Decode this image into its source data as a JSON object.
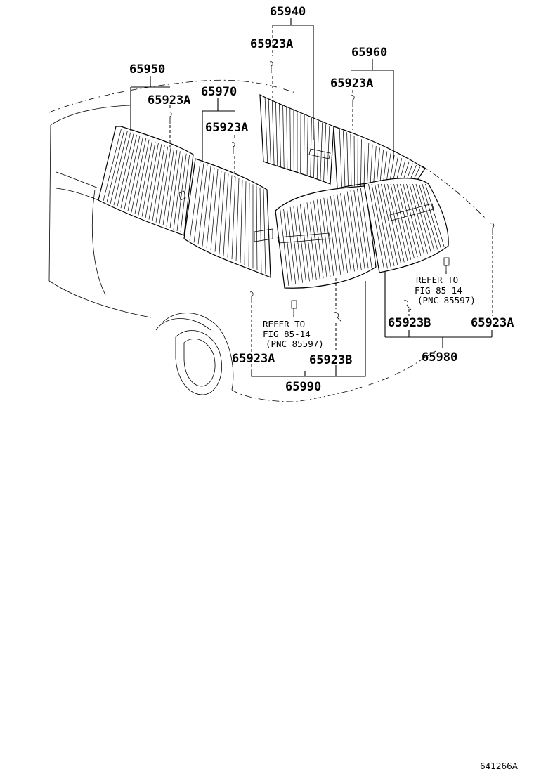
{
  "labels": {
    "p65940": "65940",
    "p65923A_top": "65923A",
    "p65960": "65960",
    "p65923A_960": "65923A",
    "p65950": "65950",
    "p65923A_950": "65923A",
    "p65970": "65970",
    "p65923A_970": "65923A",
    "p65923B_right": "65923B",
    "p65923A_right": "65923A",
    "p65980": "65980",
    "p65923A_bottom": "65923A",
    "p65923B_bottom": "65923B",
    "p65990": "65990"
  },
  "notes": {
    "left": {
      "line1": "REFER TO",
      "line2": "FIG 85-14",
      "line3": "(PNC 85597)"
    },
    "right": {
      "line1": "REFER TO",
      "line2": "FIG 85-14",
      "line3": "(PNC 85597)"
    }
  },
  "figure_code": "641266A"
}
